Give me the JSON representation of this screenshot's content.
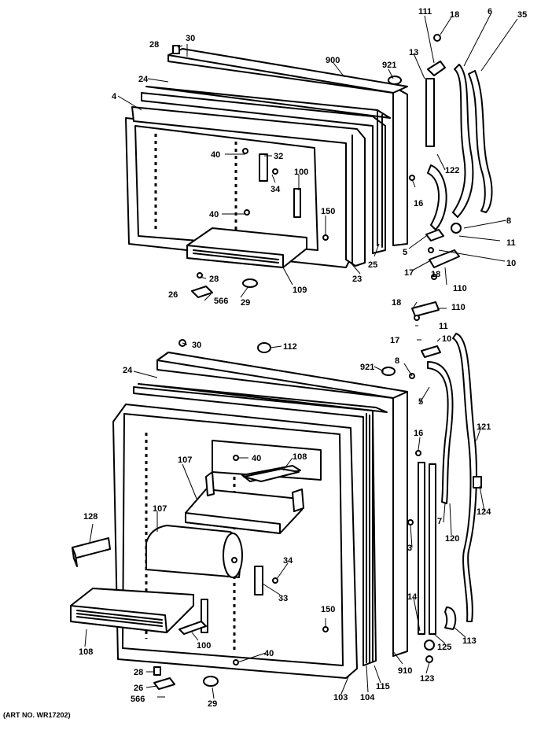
{
  "caption": "(ART NO. WR17202)",
  "callouts": {
    "c28": "28",
    "c30": "30",
    "c24": "24",
    "c4": "4",
    "c900": "900",
    "c921": "921",
    "c13": "13",
    "c111": "111",
    "c18": "18",
    "c6": "6",
    "c35": "35",
    "c40": "40",
    "c32": "32",
    "c34": "34",
    "c100": "100",
    "c150": "150",
    "c16": "16",
    "c122": "122",
    "c8": "8",
    "c11": "11",
    "c5": "5",
    "c10": "10",
    "c17": "17",
    "c110": "110",
    "c25": "25",
    "c23": "23",
    "c109": "109",
    "c29": "29",
    "c26": "26",
    "c566": "566",
    "c112": "112",
    "c107": "107",
    "c108": "108",
    "c128": "128",
    "c121": "121",
    "c124": "124",
    "c120": "120",
    "c7": "7",
    "c3": "3",
    "c14": "14",
    "c33": "33",
    "c113": "113",
    "c125": "125",
    "c910": "910",
    "c123": "123",
    "c115": "115",
    "c104": "104",
    "c103": "103"
  }
}
